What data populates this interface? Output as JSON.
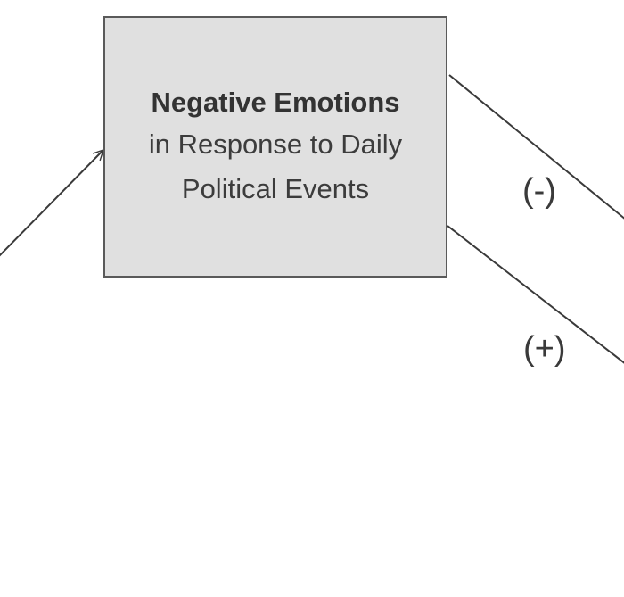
{
  "node": {
    "title": "Negative Emotions",
    "line1": "in Response to Daily",
    "line2": "Political Events"
  },
  "edges": {
    "upper_sign": "(-)",
    "lower_sign": "(+)"
  },
  "colors": {
    "box_fill": "#e0e0e0",
    "box_border": "#5a5a5a",
    "text": "#3a3a3a",
    "line": "#3a3a3a"
  }
}
